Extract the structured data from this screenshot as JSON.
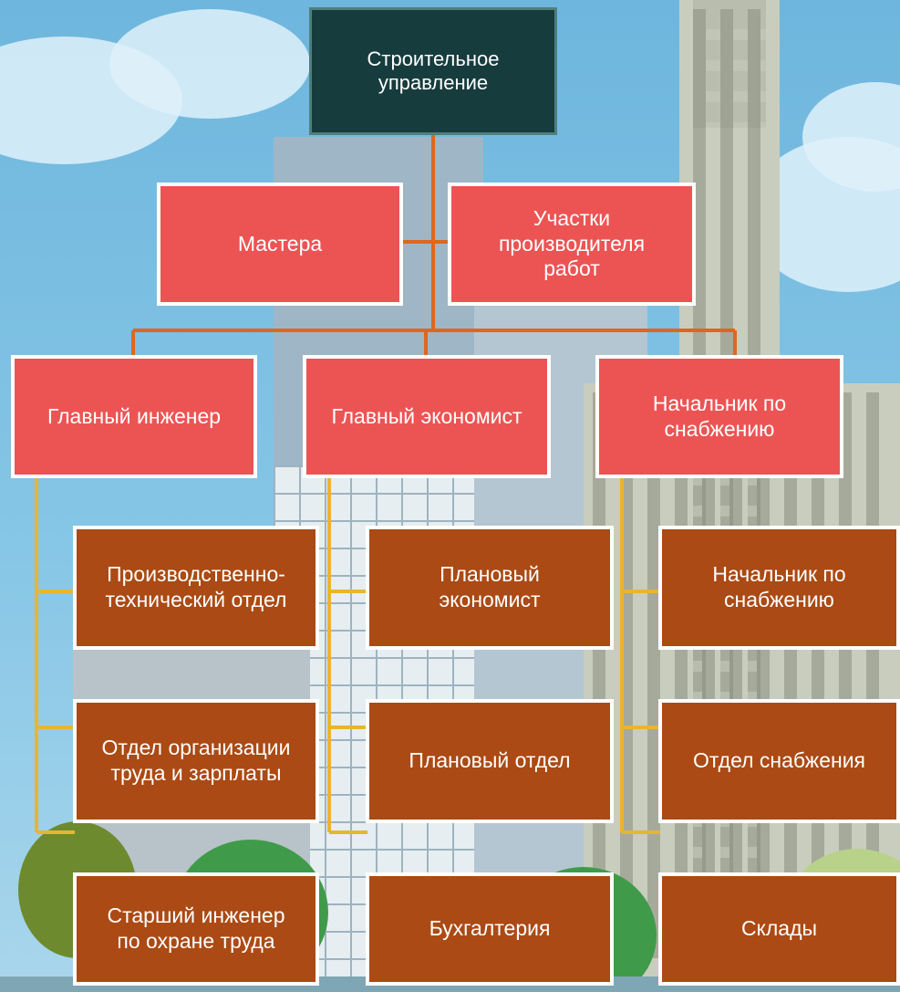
{
  "root": {
    "label": "Строительное\nуправление"
  },
  "assistants": [
    {
      "id": "mastera",
      "label": "Мастера"
    },
    {
      "id": "uchastki",
      "label": "Участки\nпроизводителя\nработ"
    }
  ],
  "departments": [
    {
      "id": "chief-engineer",
      "label": "Главный инженер",
      "children": [
        {
          "label": "Производственно-\nтехнический отдел"
        },
        {
          "label": "Отдел организации\nтруда и зарплаты"
        },
        {
          "label": "Старший инженер\nпо охране труда"
        }
      ]
    },
    {
      "id": "chief-economist",
      "label": "Главный экономист",
      "children": [
        {
          "label": "Плановый\nэкономист"
        },
        {
          "label": "Плановый отдел"
        },
        {
          "label": "Бухгалтерия"
        }
      ]
    },
    {
      "id": "supply-head",
      "label": "Начальник по\nснабжению",
      "children": [
        {
          "label": "Начальник по\nснабжению"
        },
        {
          "label": "Отдел снабжения"
        },
        {
          "label": "Склады"
        }
      ]
    }
  ],
  "colors": {
    "root_fill": "#173c3e",
    "level1_fill": "#ec5454",
    "level2_fill": "#ab4a14",
    "upper_connector": "#e0661c",
    "lower_connector": "#e8b62c"
  }
}
